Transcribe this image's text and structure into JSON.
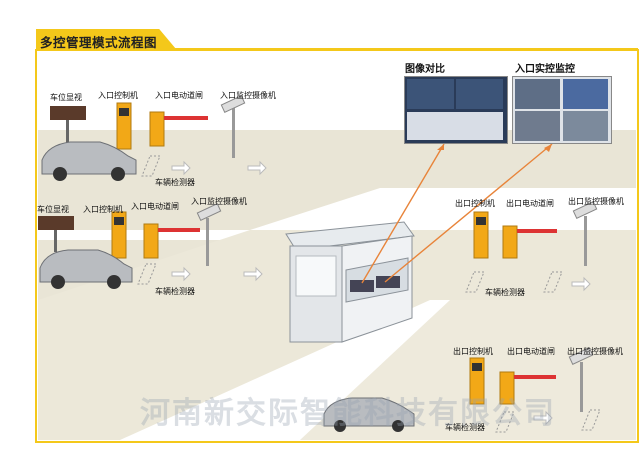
{
  "title": "多控管理模式流程图",
  "entrance1": {
    "display": "车位显视",
    "controller": "入口控制机",
    "barrier": "入口电动道闸",
    "camera": "入口监控摄像机",
    "detector": "车辆检测器"
  },
  "entrance2": {
    "display": "车位显视",
    "controller": "入口控制机",
    "barrier": "入口电动道闸",
    "camera": "入口监控摄像机",
    "detector": "车辆检测器"
  },
  "exit1": {
    "controller": "出口控制机",
    "barrier": "出口电动道闸",
    "camera": "出口监控摄像机",
    "detector": "车辆检测器"
  },
  "exit2": {
    "controller": "出口控制机",
    "barrier": "出口电动道闸",
    "camera": "出口监控摄像机",
    "detector": "车辆检测器"
  },
  "monitors": {
    "compare": "图像对比",
    "live": "入口实控监控"
  },
  "watermark": "河南新交际智能科技有限公司",
  "colors": {
    "accent": "#f4c81a",
    "road": "#e9e5d6",
    "arrow": "#e8843a"
  }
}
